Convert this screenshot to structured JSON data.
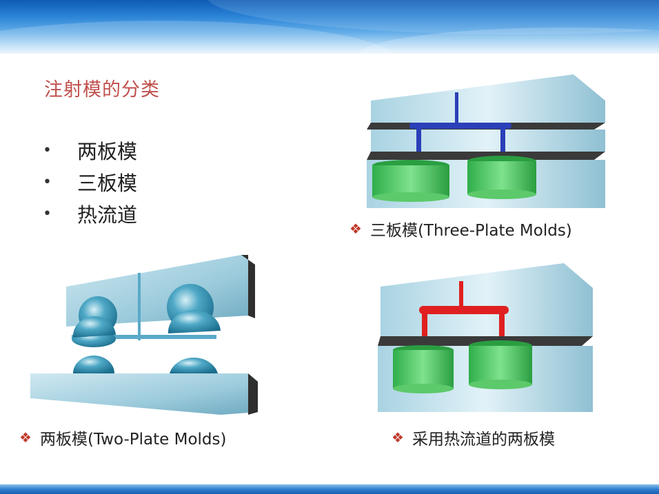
{
  "slide": {
    "title": "注射模的分类",
    "bullets": [
      {
        "label": "两板模"
      },
      {
        "label": "三板模"
      },
      {
        "label": "热流道"
      }
    ],
    "bullet_glyph": "•"
  },
  "figures": {
    "three_plate": {
      "caption": "三板模(Three-Plate Molds)",
      "runner_color": "#2a3fb8",
      "cavity_color": "#3fc85a"
    },
    "two_plate": {
      "caption": "两板模(Two-Plate Molds)",
      "dome_color": "#3a9cc0"
    },
    "hot_runner": {
      "caption": "采用热流道的两板模",
      "runner_color": "#e02020",
      "cavity_color": "#3fc85a"
    }
  },
  "caption_icon": "diamond-cluster-icon",
  "colors": {
    "title": "#c0504d",
    "caption_icon": "#c0392b",
    "plate": "#8fc3d6",
    "dark_plate": "#3a3a3a",
    "band": "#2a83d6"
  }
}
